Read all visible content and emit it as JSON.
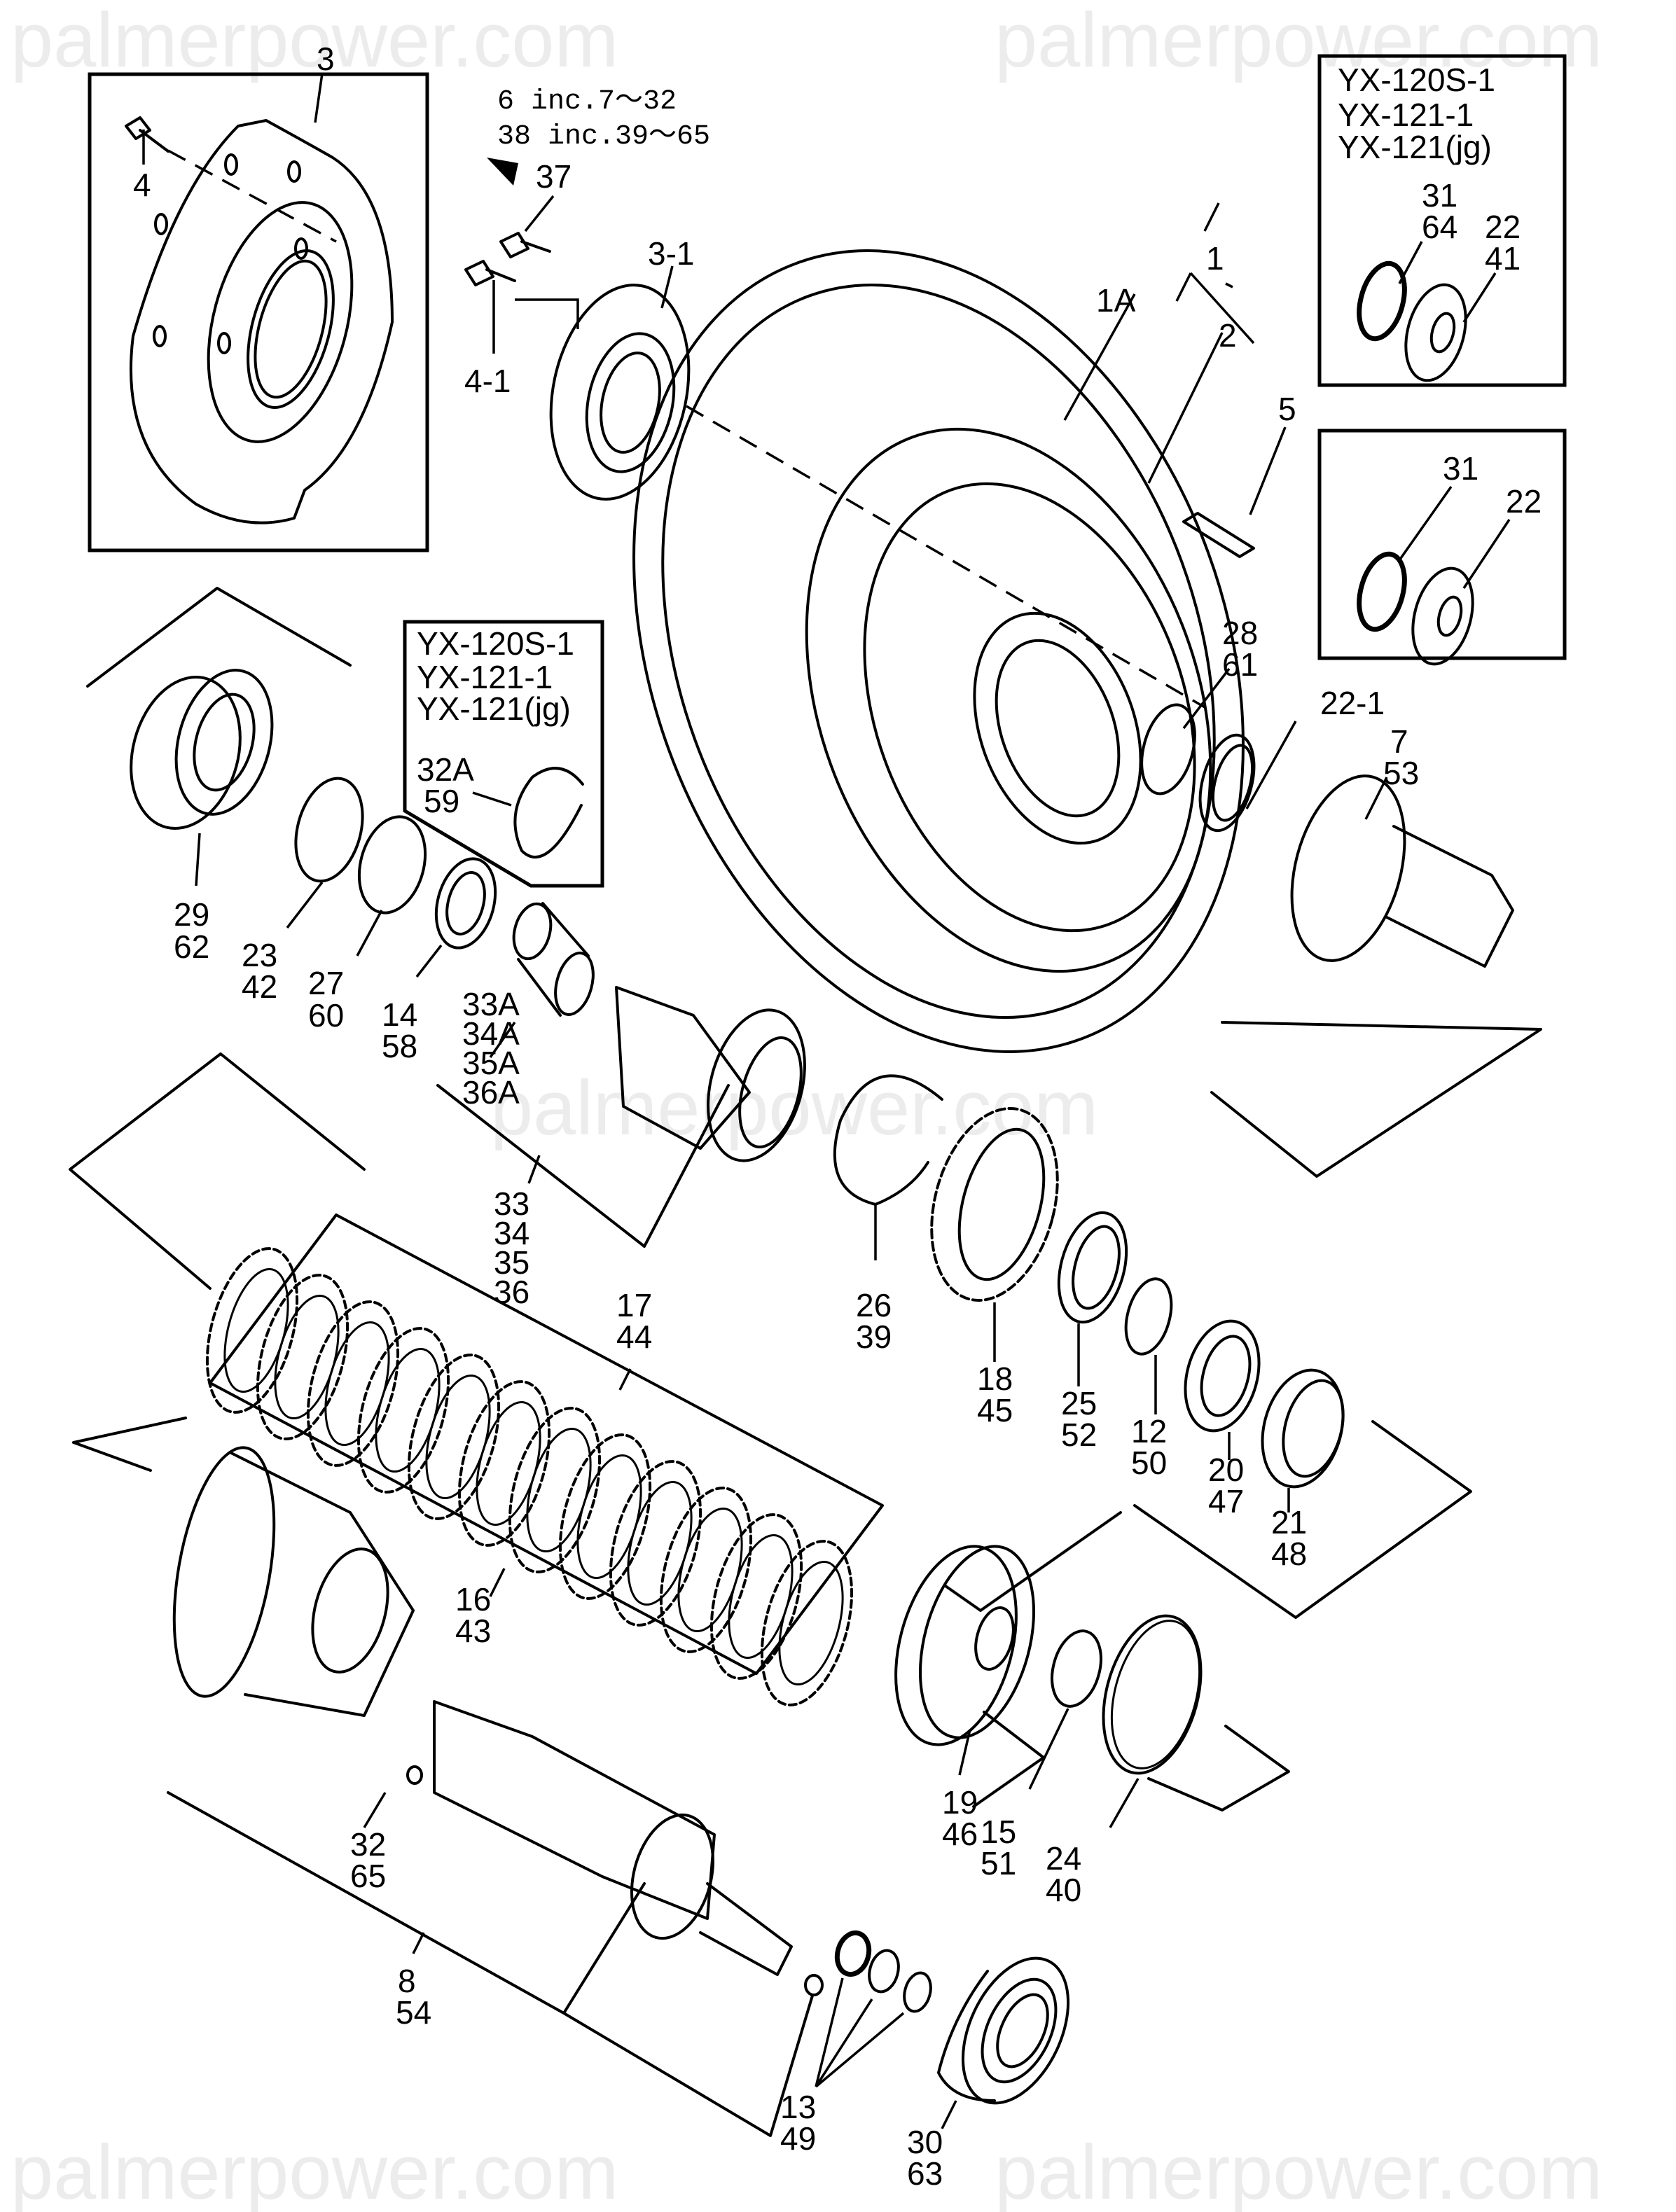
{
  "watermark": "palmerpower.com",
  "notes": {
    "assembly_line1": "6 inc.7～32",
    "assembly_line2": "38 inc.39～65"
  },
  "inset_boxes": [
    {
      "models": [
        "YX-120S-1",
        "YX-121-1",
        "YX-121(jg)"
      ],
      "labels": [
        [
          "31",
          "64"
        ],
        [
          "22",
          "41"
        ]
      ]
    },
    {
      "models": [],
      "labels": [
        [
          "31"
        ],
        [
          "22"
        ]
      ]
    },
    {
      "models": [
        "YX-120S-1",
        "YX-121-1",
        "YX-121(jg)"
      ],
      "labels": [
        [
          "32A",
          "59"
        ]
      ]
    }
  ],
  "part_labels": {
    "p3": [
      "3"
    ],
    "p4": [
      "4"
    ],
    "p37": [
      "37"
    ],
    "p3_1": [
      "3-1"
    ],
    "p4_1": [
      "4-1"
    ],
    "p1": [
      "1"
    ],
    "p1A": [
      "1A"
    ],
    "p2": [
      "2"
    ],
    "p5": [
      "5"
    ],
    "p28": [
      "28",
      "61"
    ],
    "p22_1": [
      "22-1"
    ],
    "p7": [
      "7",
      "53"
    ],
    "p29": [
      "29",
      "62"
    ],
    "p23": [
      "23",
      "42"
    ],
    "p27": [
      "27",
      "60"
    ],
    "p14": [
      "14",
      "58"
    ],
    "p33A": [
      "33A",
      "34A",
      "35A",
      "36A"
    ],
    "p33": [
      "33",
      "34",
      "35",
      "36"
    ],
    "p26": [
      "26",
      "39"
    ],
    "p18": [
      "18",
      "45"
    ],
    "p25": [
      "25",
      "52"
    ],
    "p12": [
      "12",
      "50"
    ],
    "p20": [
      "20",
      "47"
    ],
    "p21": [
      "21",
      "48"
    ],
    "p17": [
      "17",
      "44"
    ],
    "p16": [
      "16",
      "43"
    ],
    "p32": [
      "32",
      "65"
    ],
    "p8": [
      "8",
      "54"
    ],
    "p19": [
      "19",
      "46"
    ],
    "p15": [
      "15",
      "51"
    ],
    "p24": [
      "24",
      "40"
    ],
    "p13": [
      "13",
      "49"
    ],
    "p30": [
      "30",
      "63"
    ]
  }
}
